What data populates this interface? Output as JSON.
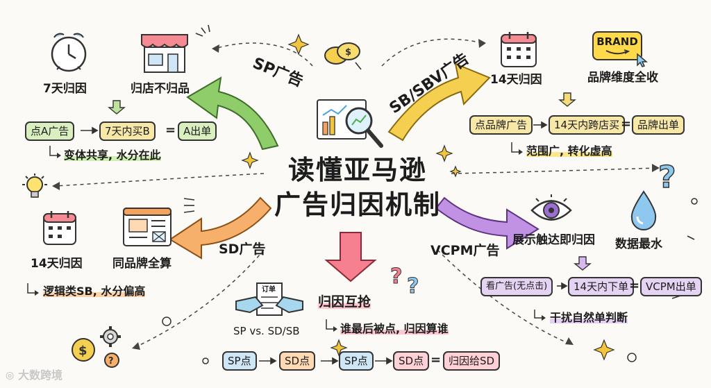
{
  "title": {
    "line1": "读懂亚马逊",
    "line2": "广告归因机制"
  },
  "sp": {
    "arrow_label": "SP广告",
    "icon1_label": "7天归因",
    "icon2_label": "归店不归品",
    "flow": [
      "点A广告",
      "7天内买B",
      "A出单"
    ],
    "note": "变体共享, 水分在此"
  },
  "sb": {
    "arrow_label": "SB/SBV广告",
    "icon1_label": "14天归因",
    "icon2_label": "品牌维度全收",
    "brand_text": "BRAND",
    "flow": [
      "点品牌广告",
      "14天内跨店买",
      "品牌出单"
    ],
    "note": "范围广, 转化虚高"
  },
  "sd": {
    "arrow_label": "SD广告",
    "icon1_label": "14天归因",
    "icon2_label": "同品牌全算",
    "note": "逻辑类SB, 水分偏高"
  },
  "vcpm": {
    "arrow_label": "VCPM广告",
    "icon1_label": "展示触达即归因",
    "icon2_label": "数据最水",
    "flow": [
      "看广告(无点击)",
      "14天内下单",
      "VCPM出单"
    ],
    "note": "干扰自然单判断"
  },
  "contest": {
    "heading": "归因互抢",
    "doc_text": "订单",
    "vs_label": "SP vs. SD/SB",
    "note": "谁最后被点, 归因算谁",
    "flow": [
      "SP点",
      "SD点",
      "SP点",
      "SD点",
      "归因给SD"
    ]
  },
  "watermark": "大数跨境",
  "icons": [
    "alarm-clock-icon",
    "storefront-icon",
    "calendar-icon",
    "brand-logo-icon",
    "lightbulb-icon",
    "browser-window-icon",
    "eye-icon",
    "water-drop-icon",
    "magnifier-chart-icon",
    "coins-icon",
    "handshake-icon",
    "gear-icon",
    "question-mark-icon",
    "sparkle-icon"
  ],
  "colors": {
    "sp": "#7cc05a",
    "sb": "#f2c53d",
    "sd": "#f5a35c",
    "vcpm": "#b07ad8",
    "contest": "#f07483"
  }
}
